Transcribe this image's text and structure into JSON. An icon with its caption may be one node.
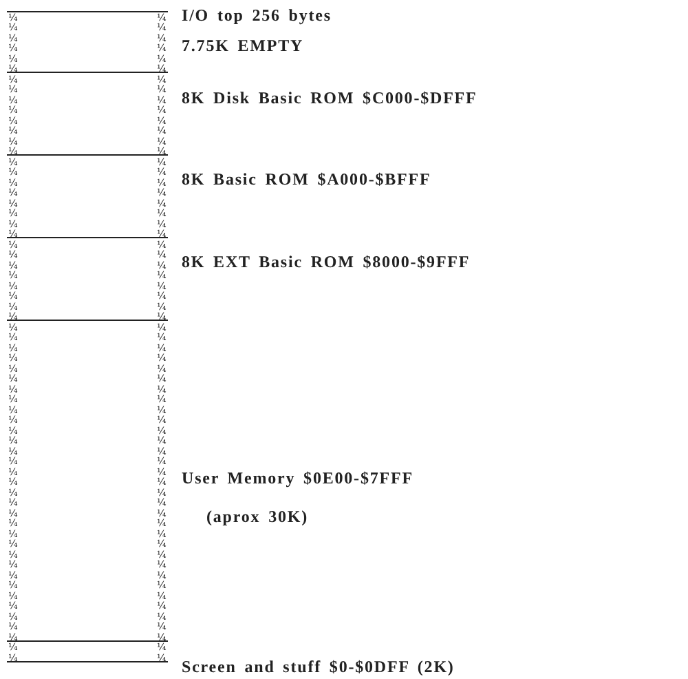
{
  "diagram": {
    "nodes": [
      {
        "text": [],
        "shape": "box",
        "beside": [
          "I/O top 256 bytes",
          "7.75K EMPTY"
        ]
      },
      {
        "text": [],
        "shape": "box",
        "beside": [
          "8K Disk Basic ROM $C000-$DFFF"
        ]
      },
      {
        "text": [],
        "shape": "box",
        "beside": [
          "8K Basic ROM $A000-$BFFF"
        ]
      },
      {
        "text": [],
        "shape": "box",
        "beside": [
          "8K EXT Basic ROM $8000-$9FFF"
        ]
      },
      {
        "text": [],
        "shape": "box",
        "beside": [
          "User Memory $0E00-$7FFF",
          "(aprox **30K**)"
        ]
      },
      {
        "text": [],
        "shape": "box",
        "beside": [
          "Screen and stuff $0-$0DFF (2K)"
        ]
      }
    ],
    "edges": [],
    "labels": [
      "¼",
      "¼",
      "¼",
      "¼",
      "¼",
      "¼",
      "¼",
      "¼",
      "¼",
      "¼",
      "¼",
      "¼",
      "¼",
      "¼",
      "¼",
      "¼",
      "¼",
      "¼",
      "¼",
      "¼",
      "¼",
      "¼",
      "¼",
      "¼",
      "¼",
      "¼",
      "¼",
      "¼",
      "¼",
      "¼",
      "¼",
      "¼",
      "¼",
      "¼",
      "¼",
      "¼",
      "¼",
      "¼",
      "¼",
      "¼",
      "¼",
      "¼",
      "¼",
      "¼",
      "¼",
      "¼",
      "¼",
      "¼",
      "¼",
      "¼",
      "¼",
      "¼",
      "¼",
      "¼",
      "¼",
      "¼",
      "¼",
      "¼",
      "¼",
      "¼",
      "¼",
      "¼",
      "¼",
      "¼",
      "¼",
      "¼",
      "¼",
      "¼",
      "¼",
      "¼",
      "¼",
      "¼",
      "¼",
      "¼",
      "¼",
      "¼",
      "¼",
      "¼",
      "¼",
      "¼",
      "¼",
      "¼",
      "¼",
      "¼",
      "¼",
      "¼",
      "¼",
      "¼",
      "¼",
      "¼",
      "¼",
      "¼",
      "¼",
      "¼",
      "¼",
      "¼",
      "¼",
      "¼",
      "¼",
      "¼",
      "¼",
      "¼",
      "¼",
      "¼",
      "¼",
      "¼",
      "¼",
      "¼",
      "¼",
      "¼",
      "¼",
      "¼",
      "¼",
      "¼",
      "¼",
      "¼",
      "¼",
      "¼",
      "¼",
      "¼",
      "¼",
      "¼",
      "¼",
      "¼",
      "¼",
      "¼"
    ]
  }
}
